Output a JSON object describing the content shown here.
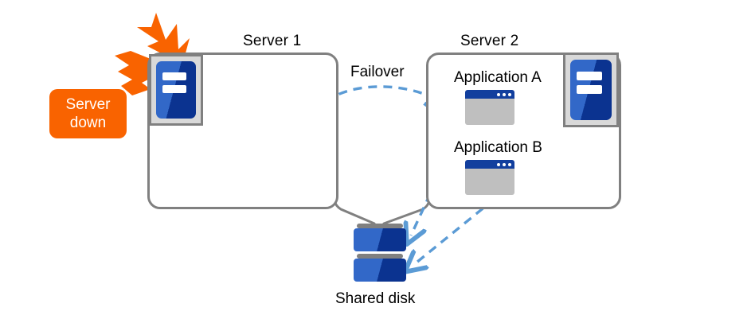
{
  "diagram": {
    "title_labels": {
      "server1": "Server 1",
      "server2": "Server 2",
      "shared_disk": "Shared disk",
      "failover": "Failover"
    },
    "callout": {
      "line1": "Server",
      "line2": "down"
    },
    "applications": [
      {
        "label": "Application A"
      },
      {
        "label": "Application B"
      }
    ],
    "icons": {
      "server1_hardware": "server-hardware-icon",
      "server2_hardware": "server-hardware-icon",
      "burst": "lightning-burst-icon",
      "disk": "shared-disk-icon",
      "app_window": "application-window-icon"
    },
    "colors": {
      "box_border": "#808080",
      "accent_orange": "#f96300",
      "server_blue_light": "#3268c8",
      "server_blue_dark": "#0b3390",
      "app_titlebar": "#123f9e",
      "app_body": "#bfbfbf",
      "arrow_blue": "#5b9bd5",
      "icon_frame_gray": "#d9d9d9",
      "text": "#000000",
      "background": "#ffffff"
    }
  }
}
